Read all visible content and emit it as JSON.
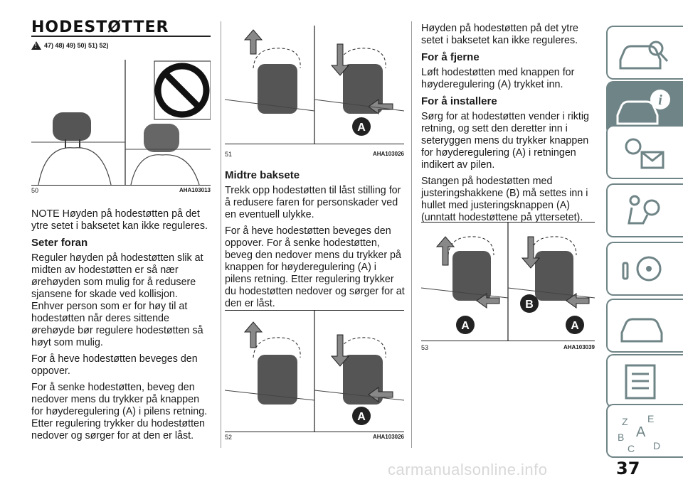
{
  "heading": "HODESTØTTER",
  "warning_refs": "47) 48) 49) 50) 51) 52)",
  "fig50": {
    "num": "50",
    "code": "AHA103013"
  },
  "fig51": {
    "num": "51",
    "code": "AHA103026"
  },
  "fig52": {
    "num": "52",
    "code": "AHA103026"
  },
  "fig53": {
    "num": "53",
    "code": "AHA103039"
  },
  "label_a": "A",
  "label_b": "B",
  "col1": {
    "note": "NOTE  Høyden på hodestøtten på det ytre setet i baksetet kan ikke reguleres.",
    "h_front": "Seter foran",
    "p1": "Reguler høyden på hodestøtten slik at midten av hodestøtten er så nær ørehøyden som mulig for å redusere sjansene for skade ved kollisjon. Enhver person som er for høy til at hodestøtten når deres sittende ørehøyde bør regulere hodestøtten så høyt som mulig.",
    "p2": "For å heve hodestøtten beveges den oppover.",
    "p3": "For å senke hodestøtten, beveg den nedover mens du trykker på knappen for høyderegulering (A) i pilens retning. Etter regulering trykker du hodestøtten nedover og sørger for at den er låst."
  },
  "col2": {
    "h_mid": "Midtre baksete",
    "p1": "Trekk opp hodestøtten til låst stilling for å redusere faren for personskader ved en eventuell ulykke.",
    "p2": "For å heve hodestøtten beveges den oppover. For å senke hodestøtten, beveg den nedover mens du trykker på knappen for høyderegulering (A) i pilens retning. Etter regulering trykker du hodestøtten nedover og sørger for at den er låst."
  },
  "col3": {
    "p0": "Høyden på hodestøtten på det ytre setet i baksetet kan ikke reguleres.",
    "h_remove": "For å fjerne",
    "p1": "Løft hodestøtten med knappen for høyderegulering (A) trykket inn.",
    "h_install": "For å installere",
    "p2": "Sørg for at hodestøtten vender i riktig retning, og sett den deretter inn i seteryggen mens du trykker knappen for høyderegulering (A) i retningen indikert av pilen.",
    "p3": "Stangen på hodestøtten med justeringshakkene (B) må settes inn i hullet med justeringsknappen (A) (unntatt hodestøttene på yttersetet)."
  },
  "page_number": "37",
  "watermark": "carmanualsonline.info",
  "colors": {
    "tab_accent": "#6f8486",
    "ink": "#1a1a1a"
  }
}
